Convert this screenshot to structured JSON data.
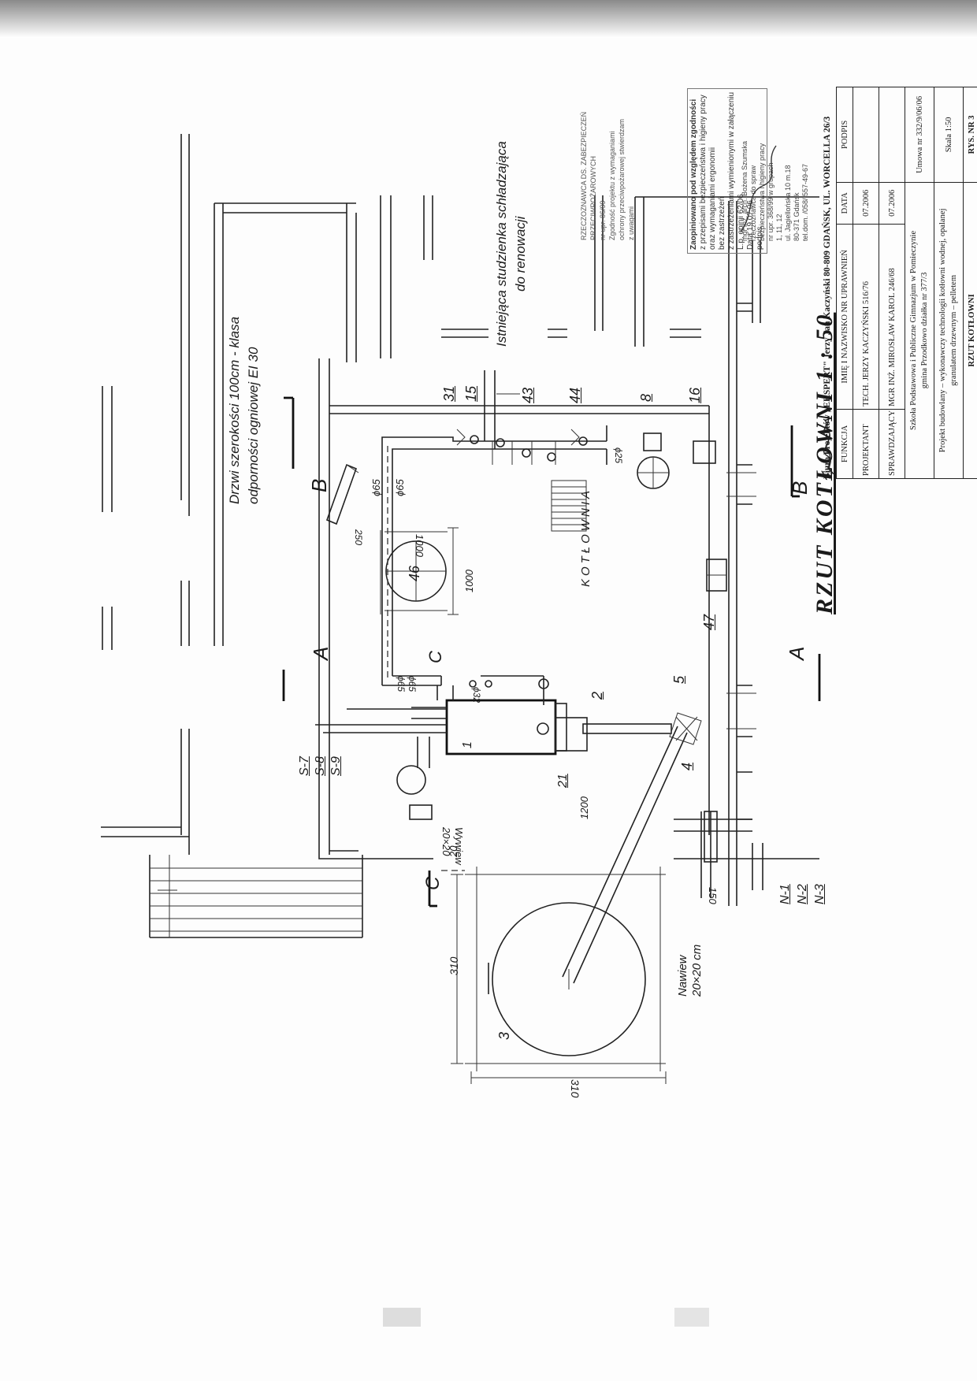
{
  "drawing": {
    "title": "RZUT KOTŁOWNI 1 : 50",
    "room_label": "KOTŁOWNIA",
    "door_note_1": "Drzwi szerokości 100cm - klasa",
    "door_note_2": "odporności ogniowej EI 30",
    "well_note_1": "Istniejąca studzienka schładzająca",
    "well_note_2": "do renowacji",
    "vent_in_1": "Nawiew",
    "vent_in_2": "20×20 cm",
    "vent_out_1": "Wywiew",
    "vent_out_2": "20×20",
    "section_marks": [
      "A",
      "A",
      "B",
      "B",
      "C",
      "C"
    ],
    "stack_labels_top": [
      "S-7",
      "S-8",
      "S-9"
    ],
    "stack_labels_bottom": [
      "N-1",
      "N-2",
      "N-3"
    ],
    "item_numbers": [
      "1",
      "2",
      "3",
      "4",
      "5",
      "8",
      "15",
      "16",
      "21",
      "31",
      "43",
      "44",
      "46",
      "47"
    ],
    "dimensions": [
      "310",
      "310",
      "20",
      "150",
      "1200",
      "1000",
      "1000",
      "250",
      "ϕ65",
      "ϕ65",
      "ϕ65",
      "ϕ65",
      "ϕ32",
      "ϕ25"
    ]
  },
  "title_block": {
    "firm": "Biuro Projektów „EKSPERT\" Jerzy Jan Kaczyński  80-809 GDAŃSK, UL. WORCELLA 26/3",
    "headers": [
      "FUNKCJA",
      "IMIĘ I NAZWISKO NR UPRAWNIEŃ",
      "DATA",
      "PODPIS"
    ],
    "rows": [
      {
        "funkcja": "PROJEKTANT",
        "name": "TECH. JERZY KACZYŃSKI  516/76",
        "date": "07.2006"
      },
      {
        "funkcja": "SPRAWDZAJĄCY",
        "name": "MGR INŻ. MIROSŁAW KAROL  246/68",
        "date": "07.2006"
      }
    ],
    "object_1": "Szkoła Podstawowa i Publiczne Gimnazjum w Pomieczynie",
    "object_2": "gmina Przodkowo działka nr 377/3",
    "umowa": "Umowa nr 332/9/06/06",
    "project_1": "Projekt budowlany – wykonawczy technologii kotłowni wodnej, opalanej",
    "project_2": "granulatem drzewnym – pelletem",
    "sheet_name": "RZUT KOTŁOWNI",
    "scale": "Skala 1:50",
    "sheet_no": "RYS. NR 3"
  },
  "stamps": {
    "approval_1": "Zaopiniowano pod względem zgodności",
    "approval_2": "z przepisami bezpieczeństwa i higieny pracy",
    "approval_3": "oraz wymaganiami ergonomii",
    "approval_4": "bez zastrzeżeń",
    "approval_5": "z zastrzeżeniami wymienionymi w załączeniu",
    "approval_no": "L.p. opinii 62/06",
    "approval_date": "Data 19.07.06",
    "approval_sign": "podpis",
    "expert_1": "mgr inż. arch. Bożena Szumska",
    "expert_2": "rzeczoznawca do spraw",
    "expert_3": "bezpieczeństwa i higieny pracy",
    "expert_4": "nr upr. 368/99 w grupach",
    "expert_5": "1, 11, 12",
    "expert_6": "ul. Jagiellońska 10 m.18",
    "expert_7": "80-371 Gdańsk",
    "expert_8": "tel.dom. /058/ 557-49-67",
    "fire_1": "RZECZOZNAWCA DS. ZABEZPIECZEŃ",
    "fire_2": "PRZECIWPOŻAROWYCH",
    "fire_3": "nr upr. 86/99",
    "fire_4": "Zgodność projektu z wymaganiami",
    "fire_5": "ochrony przeciwpożarowej stwierdzam",
    "fire_6": "z uwagami"
  }
}
